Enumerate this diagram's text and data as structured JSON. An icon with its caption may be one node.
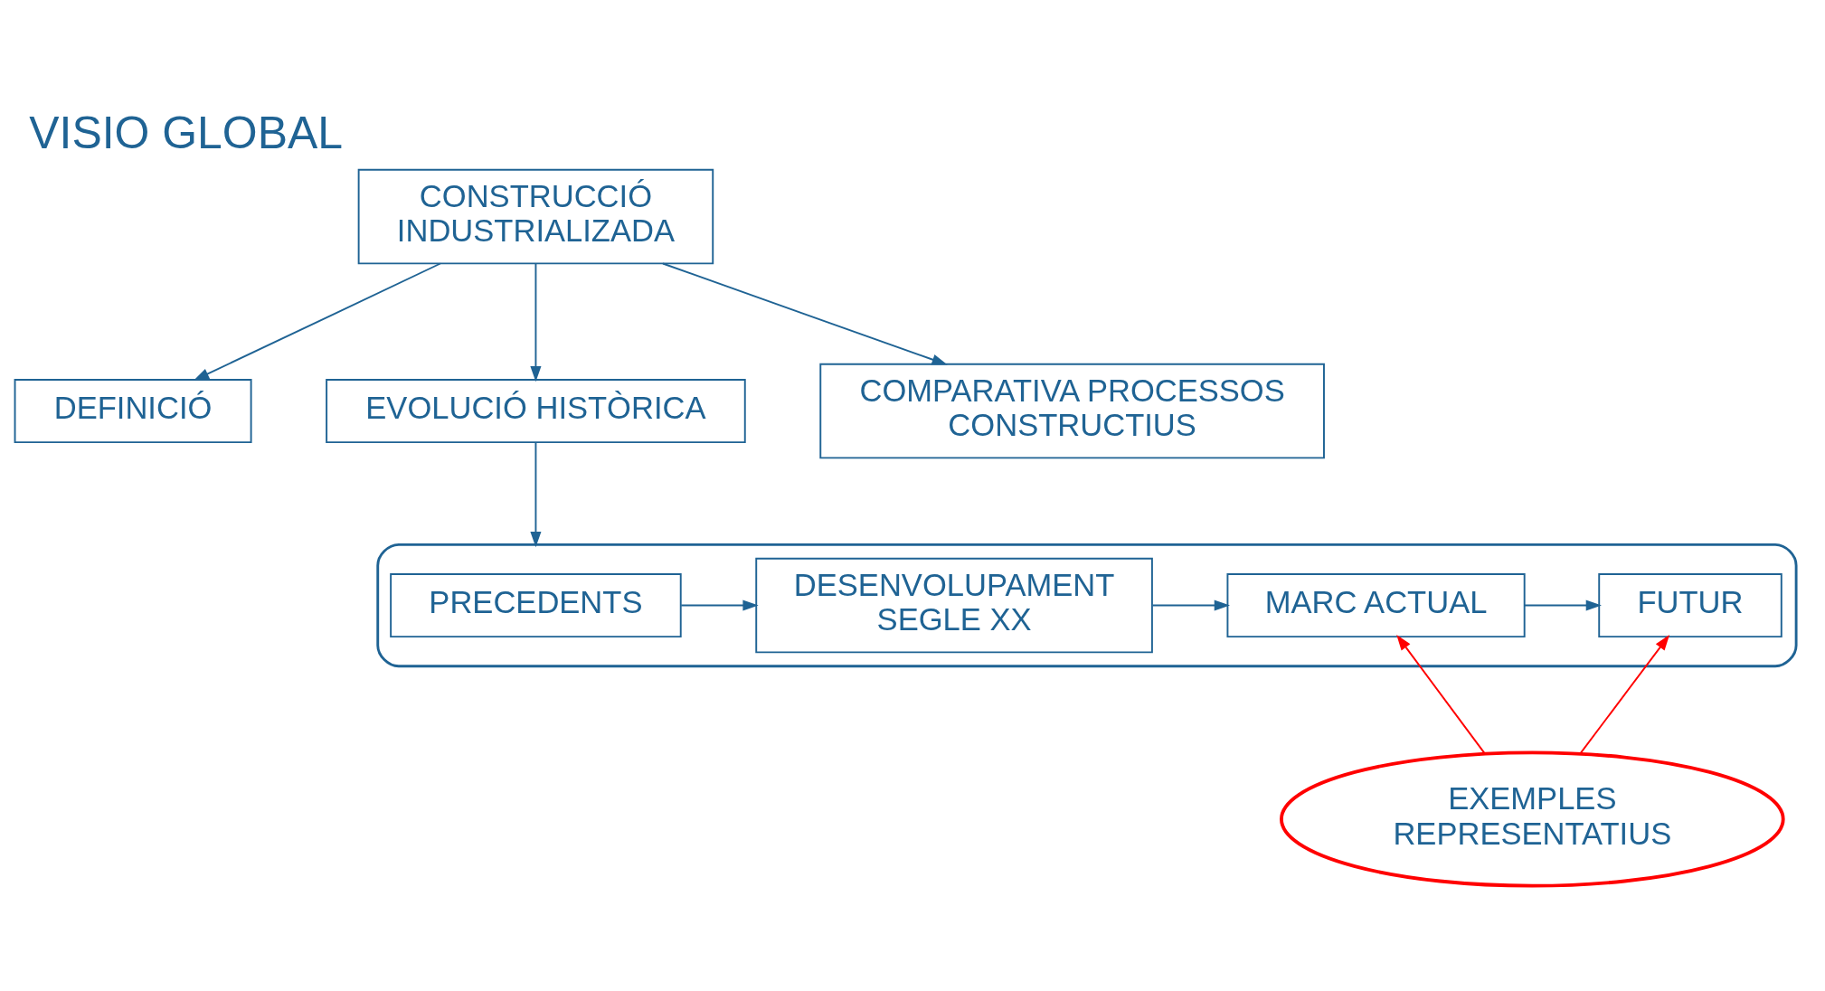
{
  "diagram": {
    "title": "VISIO GLOBAL",
    "nodes": [
      {
        "text": [
          "CONSTRUCCIÓ INDUSTRIALIZADA"
        ]
      },
      {
        "text": [
          "DEFINICIÓ"
        ]
      },
      {
        "text": [
          "EVOLUCIÓ HISTÒRICA"
        ]
      },
      {
        "text": [
          "COMPARATIVA PROCESSOS CONSTRUCTIUS"
        ]
      },
      {
        "text": [],
        "shape": "ellipse"
      },
      {
        "text": [
          "PRECEDENTS"
        ],
        "in": 4
      },
      {
        "text": [
          "DESENVOLUPAMENT SEGLE XX"
        ],
        "in": 4
      },
      {
        "text": [
          "MARC ACTUAL"
        ],
        "in": 4
      },
      {
        "text": [
          "FUTUR"
        ],
        "in": 4
      },
      {
        "text": [
          "EXEMPLES REPRESENTATIUS"
        ]
      }
    ],
    "edges": [
      {
        "from": 0,
        "to": 1,
        "arrow": "to"
      },
      {
        "from": 0,
        "to": 2,
        "arrow": "to"
      },
      {
        "from": 0,
        "to": 3,
        "arrow": "to"
      },
      {
        "from": 2,
        "to": 4,
        "arrow": "to"
      },
      {
        "from": 5,
        "to": 6,
        "arrow": "to"
      },
      {
        "from": 6,
        "to": 7,
        "arrow": "to"
      },
      {
        "from": 7,
        "to": 8,
        "arrow": "to"
      },
      {
        "from": 9,
        "to": 7,
        "arrow": "to",
        "color": "#ff0000"
      },
      {
        "from": 9,
        "to": 8,
        "arrow": "to",
        "color": "#ff0000"
      }
    ]
  }
}
